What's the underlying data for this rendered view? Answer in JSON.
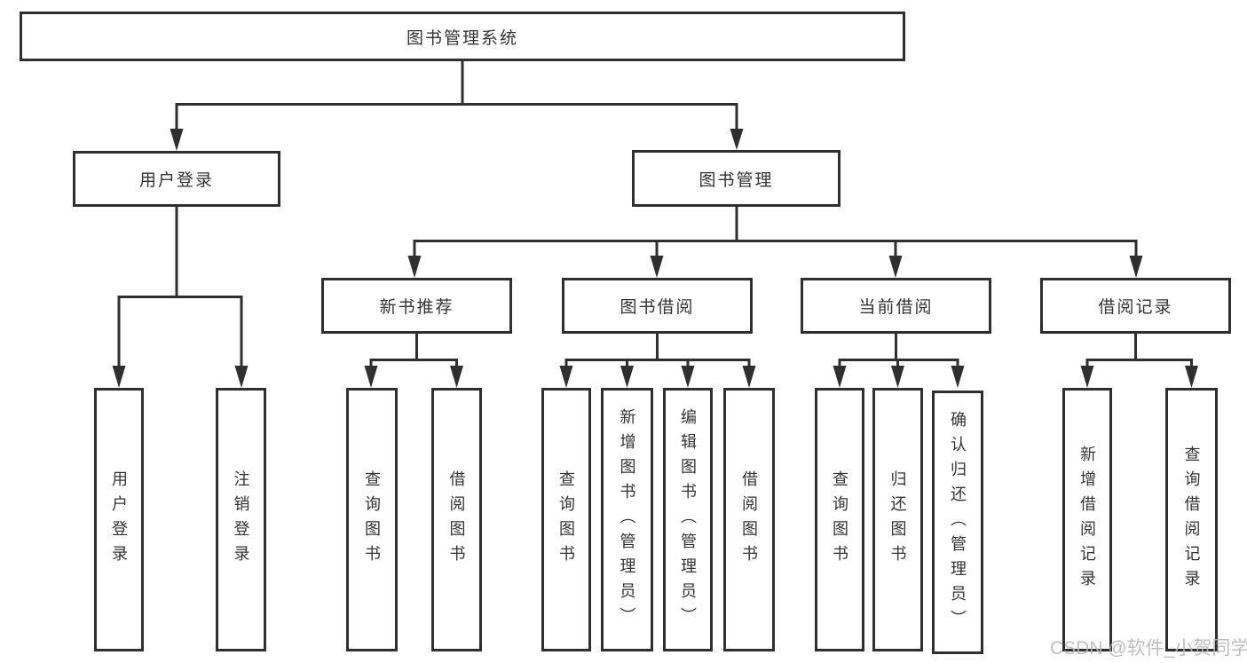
{
  "tree": {
    "root": {
      "label": "图书管理系统"
    },
    "branches": [
      {
        "label": "用户登录",
        "leaves": [
          {
            "label": "用户登录"
          },
          {
            "label": "注销登录"
          }
        ]
      },
      {
        "label": "图书管理",
        "groups": [
          {
            "label": "新书推荐",
            "leaves": [
              {
                "label": "查询图书"
              },
              {
                "label": "借阅图书"
              }
            ]
          },
          {
            "label": "图书借阅",
            "leaves": [
              {
                "label": "查询图书"
              },
              {
                "label": "新增图书（管理员）"
              },
              {
                "label": "编辑图书（管理员）"
              },
              {
                "label": "借阅图书"
              }
            ]
          },
          {
            "label": "当前借阅",
            "leaves": [
              {
                "label": "查询图书"
              },
              {
                "label": "归还图书"
              },
              {
                "label": "确认归还（管理员）"
              }
            ]
          },
          {
            "label": "借阅记录",
            "leaves": [
              {
                "label": "新增借阅记录"
              },
              {
                "label": "查询借阅记录"
              }
            ]
          }
        ]
      }
    ]
  },
  "watermark": {
    "text": "CSDN @软件_小贺同学"
  },
  "colors": {
    "line": "#2f2f2f",
    "text": "#333333",
    "watermark": "#b9b9b9",
    "background": "#ffffff"
  }
}
